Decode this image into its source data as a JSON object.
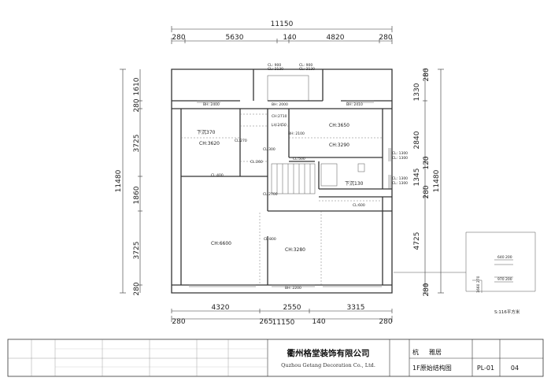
{
  "dims": {
    "top_overall": "11150",
    "top_segments": [
      "280",
      "5630",
      "140",
      "4820",
      "280"
    ],
    "bottom_segments": [
      "4320",
      "2550",
      "3315"
    ],
    "bottom_overall": "11150",
    "bottom_sub": [
      "280",
      "265",
      "140",
      "280"
    ],
    "left_overall": "11480",
    "left_segments": [
      "1610",
      "280",
      "3725",
      "1860",
      "3725",
      "280"
    ],
    "right_overall": "11480",
    "right_segments": [
      "280",
      "1330",
      "2840",
      "120",
      "1345",
      "280",
      "4725",
      "280"
    ]
  },
  "rooms": {
    "r1_text": "下沉370",
    "r1_ch": "CH:3620",
    "r2_ch": "CH:3650",
    "r3_ch": "CH:3290",
    "r4_text": "下沉130",
    "r5_ch": "CH:6600",
    "r6_ch": "CH:3280"
  },
  "beams": {
    "b_top1": "BH: 2400",
    "b_top2": "BH: 2000",
    "b_top3": "BH: 2410",
    "b_top4": "CL: 900",
    "b_top4b": "CL: 2130",
    "b_top5": "CL: 900",
    "b_top5b": "CL: 2130",
    "b_m1": "CH:2710",
    "b_m2": "LH:2450",
    "b_m3": "BH: 2100",
    "b_m4": "CL:270",
    "b_m5": "CL:300",
    "b_m6": "CL:260",
    "b_m7": "CL:500",
    "b_m8": "CL:2700",
    "b_r1": "CL: 1300",
    "b_r1b": "CL: 1300",
    "b_r2": "CL: 1300",
    "b_r2b": "CL: 1300",
    "b_m9": "CL:400",
    "b_m10": "CL:600",
    "b_m11": "CL:800",
    "b_bot": "BH: 2200"
  },
  "detail": {
    "w1": "640 200",
    "w2": "970 200",
    "v1": "1660 270"
  },
  "area": "S:116平方米",
  "title_block": {
    "company_cn": "衢州格堂装饰有限公司",
    "company_en": "Quzhou Getang Decoration Co., Ltd.",
    "project": "杭",
    "project_suffix": "雅居",
    "drawing_title": "1F原始结构图",
    "drawing_no": "PL-01",
    "sheet_no": "04"
  }
}
